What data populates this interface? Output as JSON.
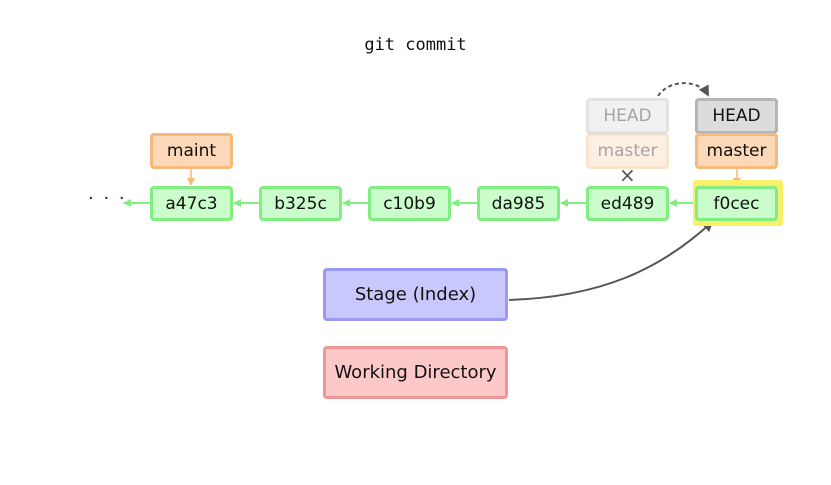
{
  "title": "git commit",
  "ellipsis": "· · ·",
  "commits": [
    {
      "id": "a47c3"
    },
    {
      "id": "b325c"
    },
    {
      "id": "c10b9"
    },
    {
      "id": "da985"
    },
    {
      "id": "ed489"
    },
    {
      "id": "f0cec"
    }
  ],
  "labels": {
    "maint": "maint",
    "old_head": "HEAD",
    "old_master": "master",
    "new_head": "HEAD",
    "new_master": "master",
    "removed_marker": "×"
  },
  "areas": {
    "stage": "Stage (Index)",
    "working_directory": "Working Directory"
  },
  "colors": {
    "commit_fill": "#cbfccb",
    "commit_border": "#82ee82",
    "branch_fill": "#fcd8b8",
    "branch_border": "#f7b97a",
    "head_fill": "#dcdcdc",
    "head_border": "#b5b5b5",
    "stage_fill": "#c8c8fc",
    "working_directory_fill": "#fcc8c8",
    "highlight": "#f8f06a"
  }
}
